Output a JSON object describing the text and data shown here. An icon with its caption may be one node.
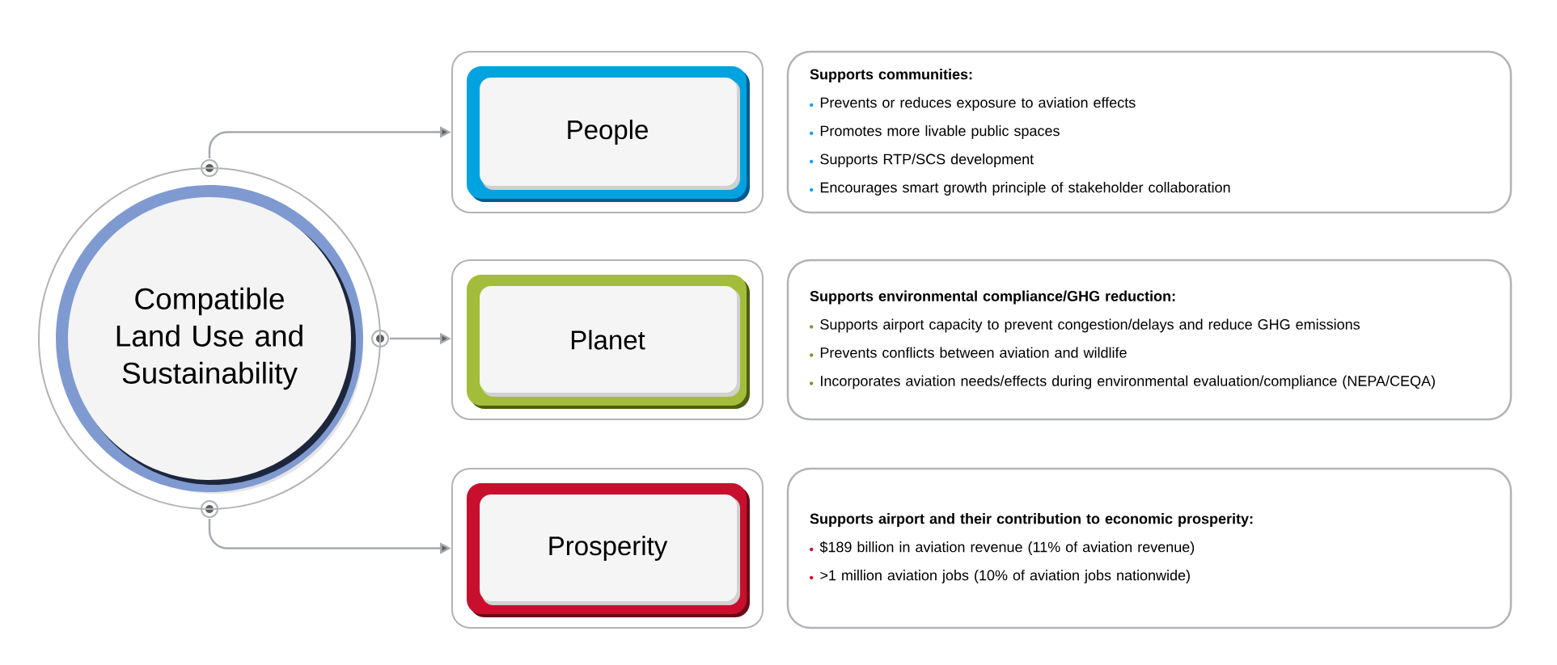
{
  "diagram": {
    "nodes": [
      {
        "text": [
          "Compatible Land Use and Sustainability"
        ]
      },
      {
        "text": [
          "People"
        ]
      },
      {
        "text": [
          "Supports communities:",
          "Prevents or reduces exposure to aviation effects",
          "Promotes more livable public spaces",
          "Supports RTP/SCS development",
          "Encourages smart growth principle of stakeholder collaboration"
        ]
      },
      {
        "text": [
          "Planet"
        ]
      },
      {
        "text": [
          "Supports environmental compliance/GHG reduction:",
          "Supports airport capacity to prevent congestion/delays and reduce GHG emissions",
          "Prevents conflicts between aviation and wildlife",
          "Incorporates aviation needs/effects during environmental evaluation/compliance (NEPA/CEQA)"
        ]
      },
      {
        "text": [
          "Prosperity"
        ]
      },
      {
        "text": [
          "Supports airport and their contribution to economic prosperity:",
          "$189 billion in aviation revenue (11% of aviation revenue)",
          ">1 million aviation jobs (10% of aviation jobs nationwide)"
        ]
      }
    ],
    "edges": [
      {
        "from": 0,
        "to": 1,
        "arrow": "to"
      },
      {
        "from": 0,
        "to": 3,
        "arrow": "to"
      },
      {
        "from": 0,
        "to": 5,
        "arrow": "to"
      }
    ]
  }
}
